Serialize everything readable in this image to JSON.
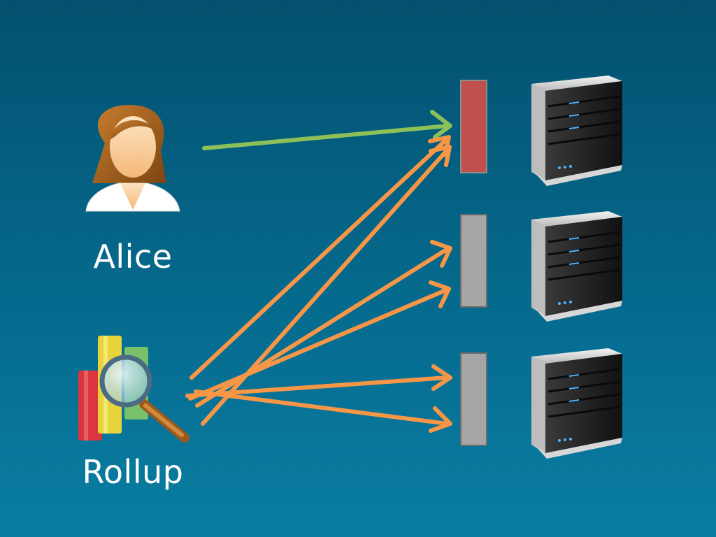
{
  "actors": {
    "alice": {
      "label": "Alice",
      "icon": "person-icon"
    },
    "rollup": {
      "label": "Rollup",
      "icon": "analytics-icon"
    }
  },
  "queues": [
    {
      "state": "busy",
      "color": "#c0504d"
    },
    {
      "state": "idle",
      "color": "#a6a6a6"
    },
    {
      "state": "idle",
      "color": "#a6a6a6"
    }
  ],
  "servers": [
    {
      "icon": "server-icon"
    },
    {
      "icon": "server-icon"
    },
    {
      "icon": "server-icon"
    }
  ],
  "colors": {
    "background": "#05628a",
    "alice_arrow": "#8cc15a",
    "rollup_arrow": "#f79646"
  }
}
